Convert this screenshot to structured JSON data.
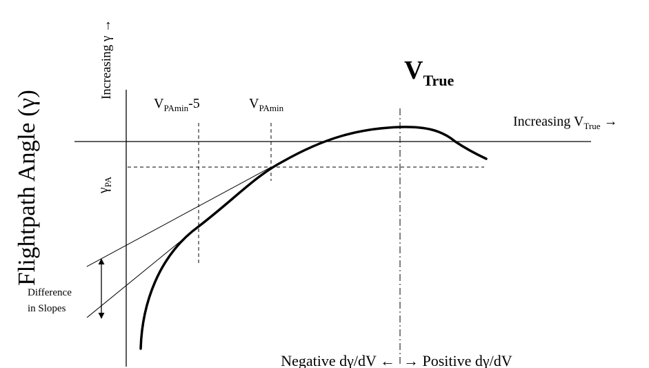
{
  "labels": {
    "y_axis_title": "Flightpath Angle (γ)",
    "increasing_gamma": "Increasing γ →",
    "v_true_main": "V",
    "v_true_main_sub": "True",
    "increasing_v_pre": "Increasing V",
    "increasing_v_sub": "True",
    "increasing_v_post": " →",
    "v_pamin5_pre": "V",
    "v_pamin5_sub": "PAmin",
    "v_pamin5_post": "-5",
    "v_pamin_pre": "V",
    "v_pamin_sub": "PAmin",
    "gamma_pa": "γ",
    "gamma_pa_sub": "PA",
    "difference_line1": "Difference",
    "difference_line2": "in Slopes",
    "bottom_negative": "Negative dγ/dV ←",
    "bottom_positive": "→ Positive dγ/dV"
  },
  "colors": {
    "ink": "#000000",
    "background": "#ffffff"
  }
}
